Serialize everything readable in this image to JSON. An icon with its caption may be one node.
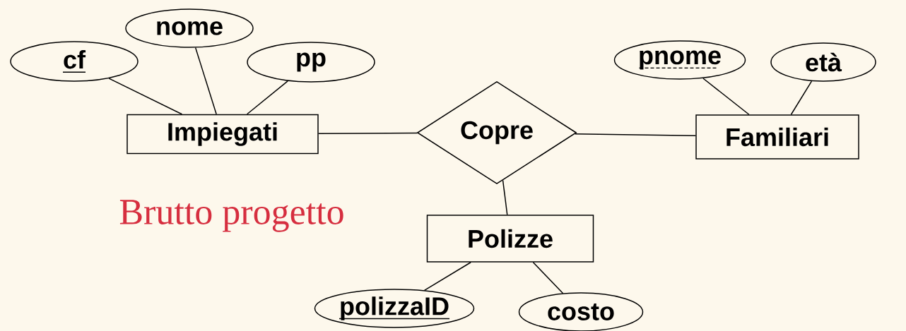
{
  "diagram": {
    "nodes": [
      {
        "text": [
          "cf"
        ]
      },
      {
        "text": [
          "nome"
        ]
      },
      {
        "text": [
          "pp"
        ]
      },
      {
        "text": [
          "Impiegati"
        ]
      },
      {
        "text": [
          "Copre"
        ]
      },
      {
        "text": [
          "pnome"
        ]
      },
      {
        "text": [
          "età"
        ]
      },
      {
        "text": [
          "Familiari"
        ]
      },
      {
        "text": [
          "Polizze"
        ]
      },
      {
        "text": [
          "polizzaID"
        ]
      },
      {
        "text": [
          "costo"
        ]
      }
    ],
    "edges": [
      {
        "from": 0,
        "to": 3,
        "arrow": "none"
      },
      {
        "from": 1,
        "to": 3,
        "arrow": "none"
      },
      {
        "from": 2,
        "to": 3,
        "arrow": "none"
      },
      {
        "from": 3,
        "to": 4,
        "arrow": "none"
      },
      {
        "from": 4,
        "to": 7,
        "arrow": "none"
      },
      {
        "from": 5,
        "to": 7,
        "arrow": "none"
      },
      {
        "from": 6,
        "to": 7,
        "arrow": "none"
      },
      {
        "from": 4,
        "to": 8,
        "arrow": "none"
      },
      {
        "from": 8,
        "to": 9,
        "arrow": "none"
      },
      {
        "from": 8,
        "to": 10,
        "arrow": "none"
      }
    ],
    "labels": [
      "Brutto progetto"
    ]
  }
}
